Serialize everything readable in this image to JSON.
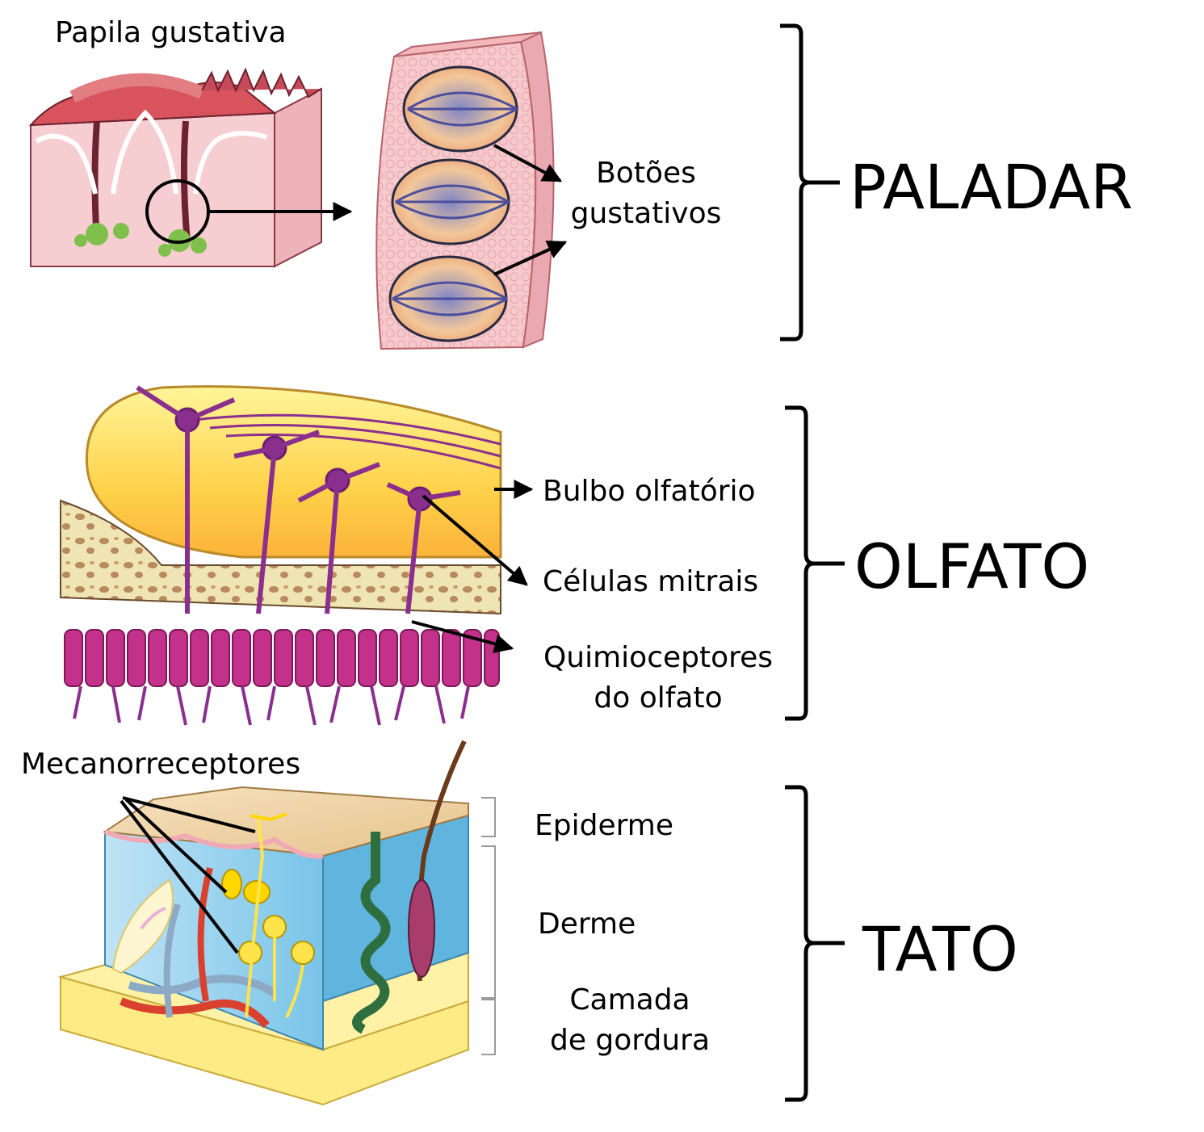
{
  "taste": {
    "label_papilla": "Papila gustativa",
    "label_buds": [
      "Botões",
      "gustativos"
    ],
    "sense": "PALADAR"
  },
  "smell": {
    "label_bulb": "Bulbo olfatório",
    "label_mitral": "Células mitrais",
    "label_chemo": [
      "Quimioceptores",
      "do olfato"
    ],
    "sense": "OLFATO"
  },
  "touch": {
    "label_mechano": "Mecanorreceptores",
    "label_epidermis": "Epiderme",
    "label_dermis": "Derme",
    "label_fat": [
      "Camada",
      "de gordura"
    ],
    "sense": "TATO"
  }
}
